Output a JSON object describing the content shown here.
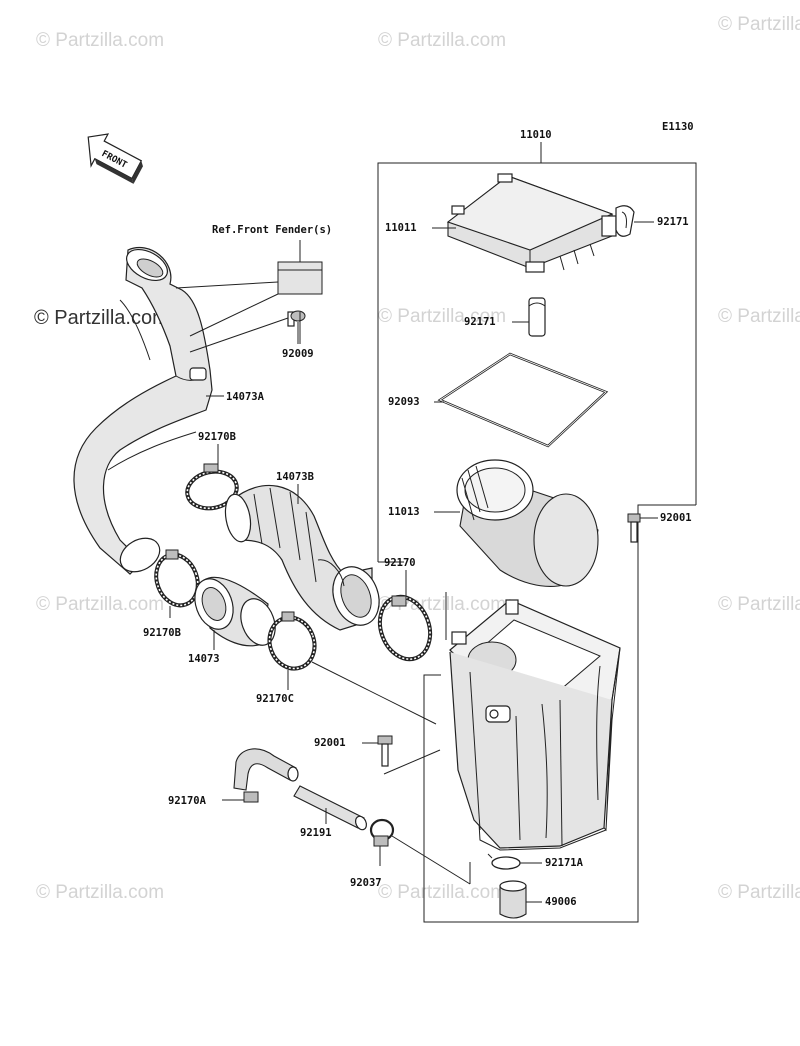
{
  "watermarks": {
    "text": "© Partzilla.com",
    "dark_text": "© Partzilla.com"
  },
  "diagram_code": "E1130",
  "front_arrow_label": "FRONT",
  "ref_note": "Ref.Front Fender(s)",
  "parts": {
    "p11010": "11010",
    "p11011": "11011",
    "p92171_top": "92171",
    "p92171_mid": "92171",
    "p92093": "92093",
    "p11013": "11013",
    "p92001_right": "92001",
    "p92009": "92009",
    "p14073A": "14073A",
    "p92170B_top": "92170B",
    "p14073B": "14073B",
    "p92170": "92170",
    "p92170B_bot": "92170B",
    "p14073": "14073",
    "p92170C": "92170C",
    "p92001_left": "92001",
    "p92170A": "92170A",
    "p92191": "92191",
    "p92037": "92037",
    "p92171A": "92171A",
    "p49006": "49006"
  }
}
